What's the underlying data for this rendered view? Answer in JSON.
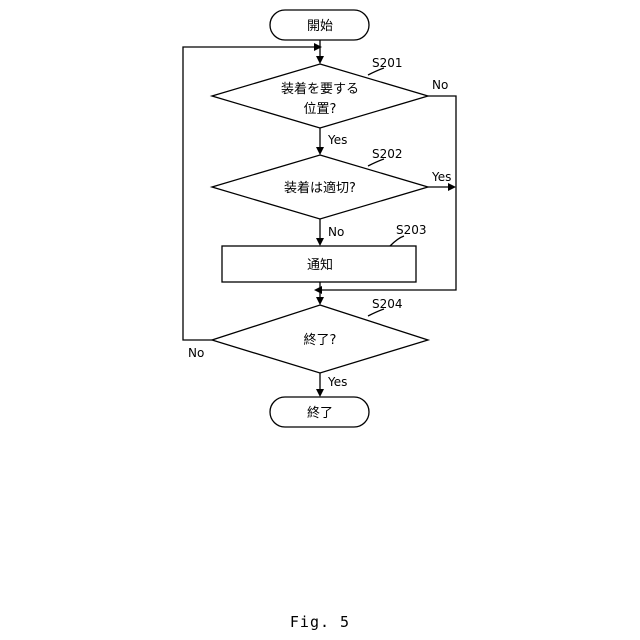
{
  "nodes": {
    "start": "開始",
    "s201_line1": "装着を要する",
    "s201_line2": "位置?",
    "s202": "装着は適切?",
    "s203": "通知",
    "s204": "終了?",
    "end": "終了"
  },
  "step_ids": {
    "s201": "S201",
    "s202": "S202",
    "s203": "S203",
    "s204": "S204"
  },
  "branch_labels": {
    "s201_yes": "Yes",
    "s201_no": "No",
    "s202_yes": "Yes",
    "s202_no": "No",
    "s204_yes": "Yes",
    "s204_no": "No"
  },
  "caption": "Fig. 5"
}
